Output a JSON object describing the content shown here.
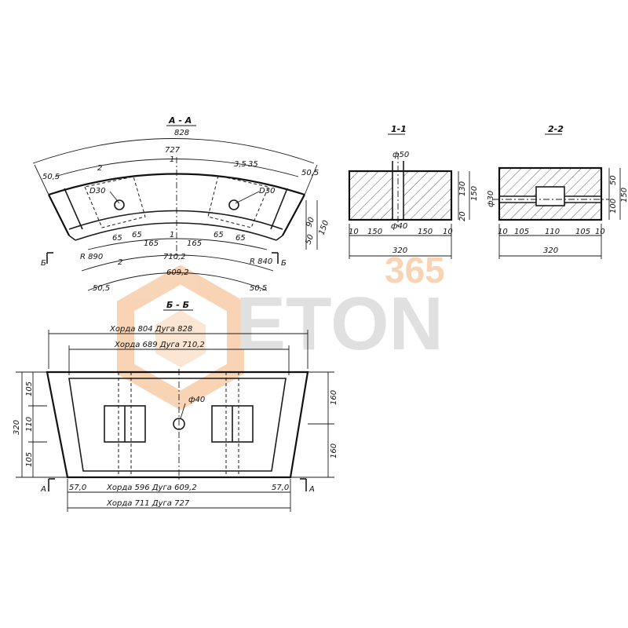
{
  "sections": {
    "aa": "А - А",
    "bb": "Б - Б",
    "s11": "1-1",
    "s22": "2-2"
  },
  "aa_view": {
    "d828": "828",
    "d727": "727",
    "d505a": "50,5",
    "d505b": "50,5",
    "d505c": "50,5",
    "d505d": "50,5",
    "hole_l": "D30",
    "hole_r": "D30",
    "c2": "2",
    "c1a": "1",
    "c1b": "1",
    "c35": "3,5",
    "c35b": "35",
    "d65a": "65",
    "d65b": "65",
    "d65c": "65",
    "d65d": "65",
    "d165a": "165",
    "d165b": "165",
    "r890": "R 890",
    "r840": "R 840",
    "d7102": "710,2",
    "d6092": "609,2",
    "c2b": "2",
    "v90": "90",
    "v150": "150",
    "v50": "50",
    "cut_b_l": "Б",
    "cut_b_r": "Б"
  },
  "s11_view": {
    "phi50": "ф50",
    "phi40": "ф40",
    "d10a": "10",
    "d150a": "150",
    "d150b": "150",
    "d10b": "10",
    "d320": "320",
    "v130": "130",
    "v150": "150",
    "v20": "20"
  },
  "s22_view": {
    "phi30": "ф30",
    "d10a": "10",
    "d105a": "105",
    "d110": "110",
    "d105b": "105",
    "d10b": "10",
    "d320": "320",
    "v50": "50",
    "v100": "100",
    "v150": "150"
  },
  "bb_view": {
    "top1": "Хорда 804  Дуга 828",
    "top2": "Хорда 689  Дуга 710,2",
    "bot1": "Хорда 596  Дуга 609,2",
    "bot2": "Хорда 711  Дуга 727",
    "l570": "57,0",
    "r570": "57,0",
    "phi40": "ф40",
    "v320": "320",
    "v105a": "105",
    "v110": "110",
    "v105b": "105",
    "v160a": "160",
    "v160b": "160",
    "cut_a_l": "А",
    "cut_a_r": "А"
  },
  "watermark": {
    "number": "365",
    "brand": "ETON",
    "accent_color": "#f3b27a",
    "gray_color": "#c8c8c8"
  }
}
